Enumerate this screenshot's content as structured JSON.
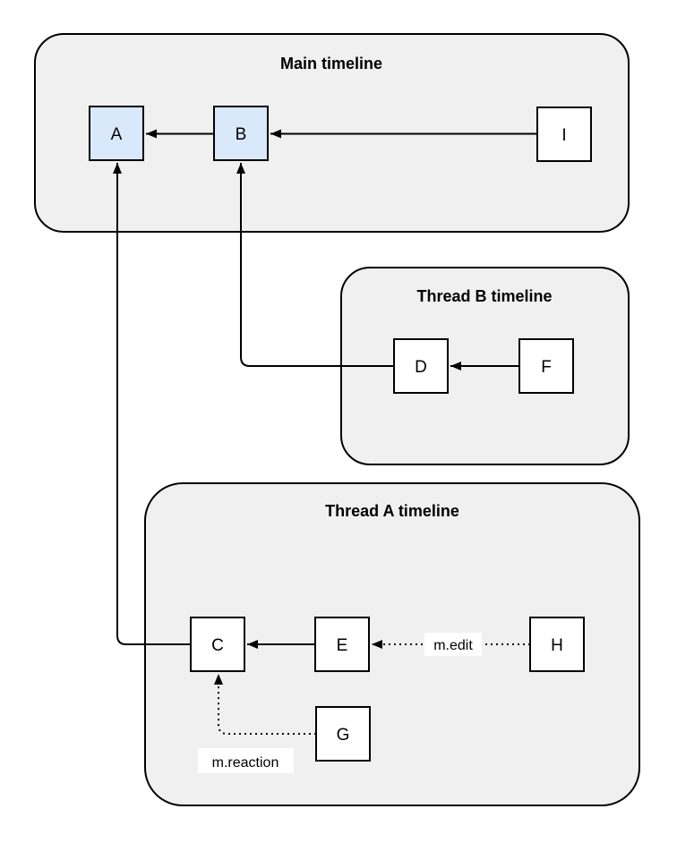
{
  "diagram": {
    "type": "event-graph",
    "colors": {
      "container_fill": "#f0f0f0",
      "node_highlight_fill": "#dae8fc",
      "node_default_fill": "#ffffff",
      "stroke": "#000000",
      "label_background": "#ffffff"
    },
    "containers": {
      "main": {
        "title": "Main timeline"
      },
      "thread_b": {
        "title": "Thread B timeline"
      },
      "thread_a": {
        "title": "Thread A timeline"
      }
    },
    "nodes": {
      "a": {
        "label": "A",
        "timeline": "Main timeline",
        "highlighted": true
      },
      "b": {
        "label": "B",
        "timeline": "Main timeline",
        "highlighted": true
      },
      "i": {
        "label": "I",
        "timeline": "Main timeline",
        "highlighted": false
      },
      "d": {
        "label": "D",
        "timeline": "Thread B timeline",
        "highlighted": false
      },
      "f": {
        "label": "F",
        "timeline": "Thread B timeline",
        "highlighted": false
      },
      "c": {
        "label": "C",
        "timeline": "Thread A timeline",
        "highlighted": false
      },
      "e": {
        "label": "E",
        "timeline": "Thread A timeline",
        "highlighted": false
      },
      "h": {
        "label": "H",
        "timeline": "Thread A timeline",
        "highlighted": false
      },
      "g": {
        "label": "G",
        "timeline": "Thread A timeline",
        "highlighted": false
      }
    },
    "edges": [
      {
        "from": "B",
        "to": "A",
        "style": "solid",
        "label": ""
      },
      {
        "from": "I",
        "to": "B",
        "style": "solid",
        "label": ""
      },
      {
        "from": "F",
        "to": "D",
        "style": "solid",
        "label": ""
      },
      {
        "from": "E",
        "to": "C",
        "style": "solid",
        "label": ""
      },
      {
        "from": "D",
        "to": "B",
        "style": "solid",
        "label": ""
      },
      {
        "from": "C",
        "to": "A",
        "style": "solid",
        "label": ""
      },
      {
        "from": "H",
        "to": "E",
        "style": "dotted",
        "label": "m.edit"
      },
      {
        "from": "G",
        "to": "C",
        "style": "dotted",
        "label": "m.reaction"
      }
    ]
  }
}
